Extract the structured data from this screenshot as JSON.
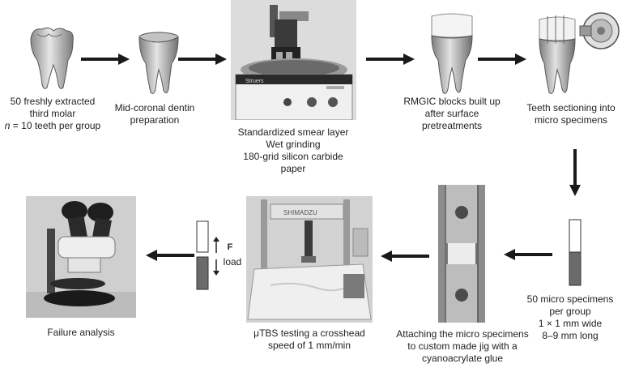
{
  "steps": {
    "tooth": {
      "lines": [
        "50 freshly extracted",
        "third molar",
        "n = 10 teeth per group"
      ]
    },
    "dentin": {
      "lines": [
        "Mid-coronal dentin",
        "preparation"
      ]
    },
    "smear": {
      "lines": [
        "Standardized smear layer",
        "Wet grinding",
        "180-grid silicon carbide",
        "paper"
      ],
      "machine_brand": "Struers"
    },
    "rmgic": {
      "lines": [
        "RMGIC blocks built up",
        "after surface",
        "pretreatments"
      ]
    },
    "section": {
      "lines": [
        "Teeth sectioning into",
        "micro specimens"
      ]
    },
    "micro": {
      "lines": [
        "50 micro specimens",
        "per group",
        "1 × 1 mm wide",
        "8–9 mm long"
      ]
    },
    "jig": {
      "lines": [
        "Attaching the micro specimens",
        "to custom made jig with a",
        "cyanoacrylate glue"
      ]
    },
    "utbs": {
      "lines": [
        "μTBS testing a crosshead",
        "speed of 1 mm/min"
      ],
      "machine_brand": "SHIMADZU"
    },
    "failure": {
      "lines": [
        "Failure analysis"
      ]
    }
  },
  "load_label": {
    "f": "F",
    "load": "load"
  },
  "colors": {
    "arrow": "#1a1a1a",
    "specimen_dark": "#6b6b6b",
    "photo_bg": "#d4d4d4"
  }
}
